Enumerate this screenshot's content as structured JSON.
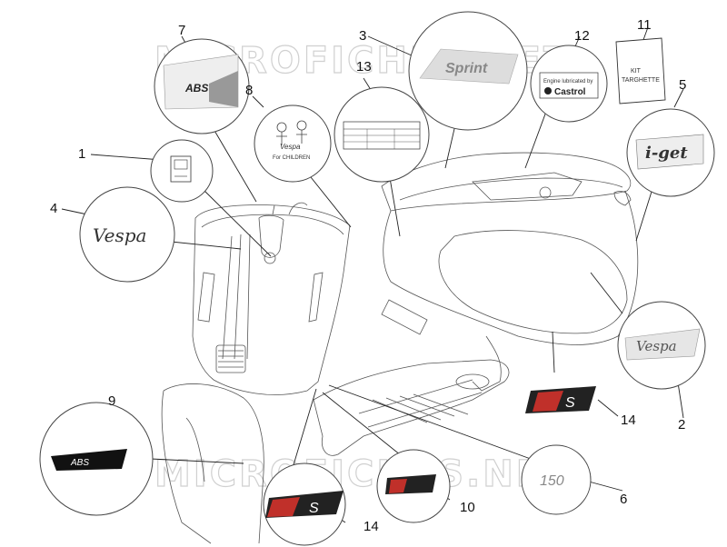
{
  "callouts": {
    "c1": "1",
    "c2": "2",
    "c3": "3",
    "c4": "4",
    "c5": "5",
    "c6": "6",
    "c7": "7",
    "c8": "8",
    "c9": "9",
    "c10": "10",
    "c11": "11",
    "c12": "12",
    "c13": "13",
    "c14a": "14",
    "c14b": "14"
  },
  "watermark": {
    "top": "MICROFICHES.NET",
    "bottom": "MICROFICHES.NET"
  },
  "decals": {
    "abs_bubble": "ABS",
    "abs_strip": "ABS",
    "children_brand": "Vespa",
    "children_text": "For CHILDREN",
    "oil_line1": "Engine lubricated by",
    "oil_brand": "Castrol",
    "kit_line1": "KIT",
    "kit_line2": "TARGHETTE",
    "iget_brand": "i-get",
    "sprint_text": "Sprint",
    "cc_150": "150",
    "s_mark_a": "S",
    "s_mark_b": "S",
    "vespa_logo_a": "Vespa",
    "vespa_logo_b": "Vespa"
  },
  "colors": {
    "line": "#444444",
    "callout_text": "#111111",
    "watermark": "#d0d0d0",
    "decal_dark": "#222222",
    "decal_red": "#c0302a"
  }
}
